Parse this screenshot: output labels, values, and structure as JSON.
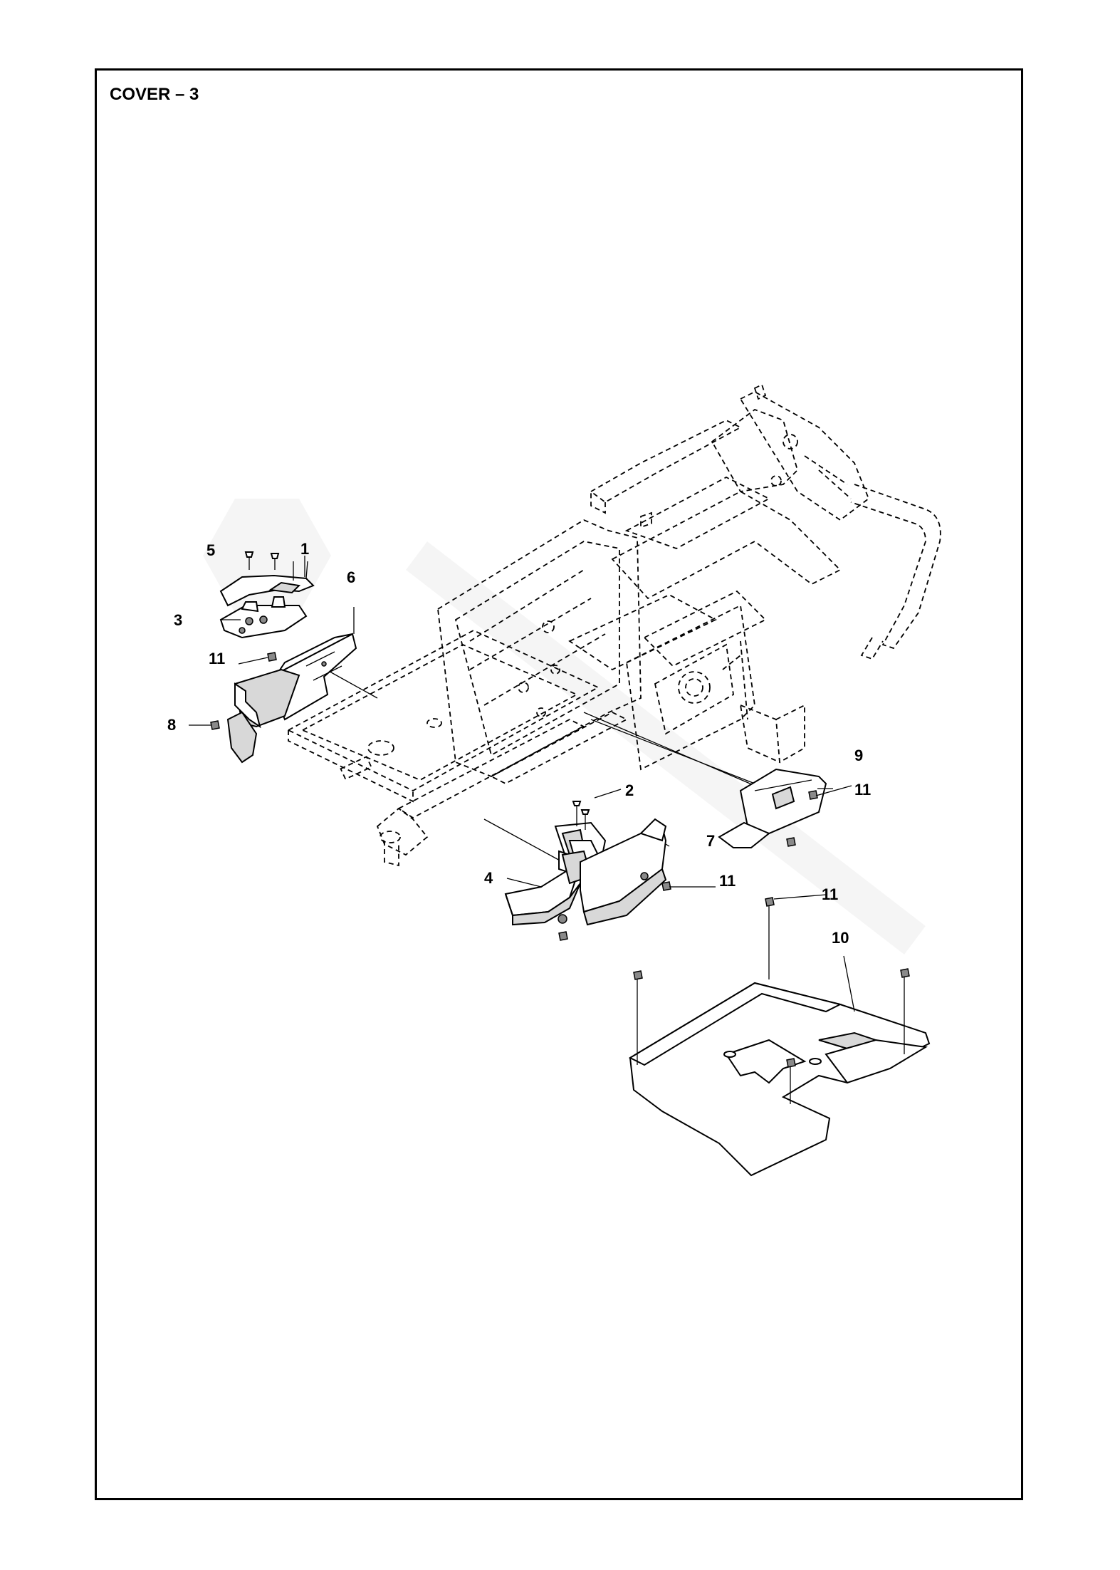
{
  "diagram": {
    "title": "COVER – 3",
    "callouts": [
      {
        "id": "1",
        "text": "1"
      },
      {
        "id": "2",
        "text": "2"
      },
      {
        "id": "3",
        "text": "3"
      },
      {
        "id": "4",
        "text": "4"
      },
      {
        "id": "5",
        "text": "5"
      },
      {
        "id": "6",
        "text": "6"
      },
      {
        "id": "7",
        "text": "7"
      },
      {
        "id": "8",
        "text": "8"
      },
      {
        "id": "9",
        "text": "9"
      },
      {
        "id": "10",
        "text": "10"
      },
      {
        "id": "11a",
        "text": "11"
      },
      {
        "id": "11b",
        "text": "11"
      },
      {
        "id": "11c",
        "text": "11"
      },
      {
        "id": "11d",
        "text": "11"
      }
    ]
  }
}
